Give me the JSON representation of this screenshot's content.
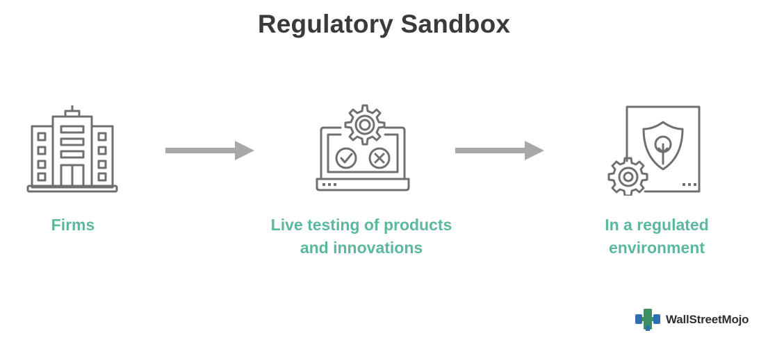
{
  "title": "Regulatory Sandbox",
  "colors": {
    "accent": "#5bb89f",
    "icon_stroke": "#6f6f6f",
    "arrow": "#a8a8a8",
    "title": "#3a3a3a"
  },
  "steps": [
    {
      "label_lines": [
        "Firms"
      ],
      "icon": "building-icon"
    },
    {
      "label_lines": [
        "Live testing of products",
        "and innovations"
      ],
      "icon": "laptop-gear-icon"
    },
    {
      "label_lines": [
        "In a regulated",
        "environment"
      ],
      "icon": "shield-tree-document-icon"
    }
  ],
  "logo": {
    "text": "WallStreetMojo"
  }
}
